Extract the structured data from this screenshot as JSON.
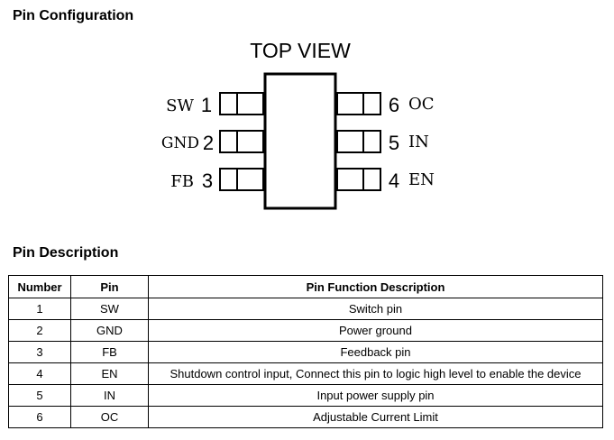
{
  "headings": {
    "pin_configuration": "Pin Configuration",
    "pin_description": "Pin Description"
  },
  "diagram": {
    "title": "TOP VIEW",
    "left_pins": [
      {
        "name": "SW",
        "number": "1"
      },
      {
        "name": "GND",
        "number": "2"
      },
      {
        "name": "FB",
        "number": "3"
      }
    ],
    "right_pins": [
      {
        "name": "OC",
        "number": "6"
      },
      {
        "name": "IN",
        "number": "5"
      },
      {
        "name": "EN",
        "number": "4"
      }
    ]
  },
  "table": {
    "headers": [
      "Number",
      "Pin",
      "Pin Function Description"
    ],
    "rows": [
      [
        "1",
        "SW",
        "Switch pin"
      ],
      [
        "2",
        "GND",
        "Power ground"
      ],
      [
        "3",
        "FB",
        "Feedback pin"
      ],
      [
        "4",
        "EN",
        "Shutdown control input, Connect this pin to logic high level to enable the device"
      ],
      [
        "5",
        "IN",
        "Input power supply pin"
      ],
      [
        "6",
        "OC",
        "Adjustable Current Limit"
      ]
    ]
  }
}
